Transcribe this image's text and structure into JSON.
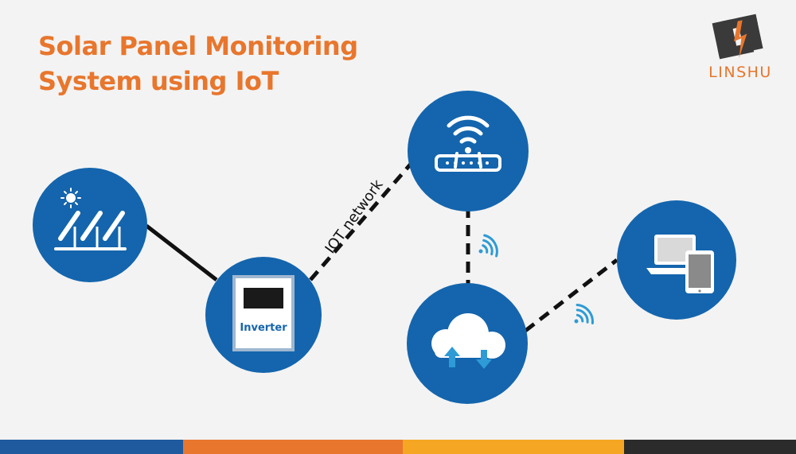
{
  "header": {
    "title_line1": "Solar Panel Monitoring",
    "title_line2": "System using IoT"
  },
  "logo": {
    "text": "LINSHU"
  },
  "diagram": {
    "network_label": "IOT network",
    "inverter_label": "Inverter",
    "nodes": [
      "solar-panels-icon",
      "inverter-icon",
      "router-icon",
      "cloud-icon",
      "devices-icon"
    ],
    "connections": [
      {
        "from": "solar-panels",
        "to": "inverter",
        "style": "solid"
      },
      {
        "from": "inverter",
        "to": "router",
        "style": "dashed"
      },
      {
        "from": "router",
        "to": "cloud",
        "style": "dashed"
      },
      {
        "from": "cloud",
        "to": "devices",
        "style": "dashed"
      }
    ]
  },
  "colors": {
    "node_blue": "#1465ad",
    "accent_orange": "#e8762d",
    "bar": [
      "#1f5a9e",
      "#e8762d",
      "#f5a623",
      "#2b2b2b"
    ]
  }
}
